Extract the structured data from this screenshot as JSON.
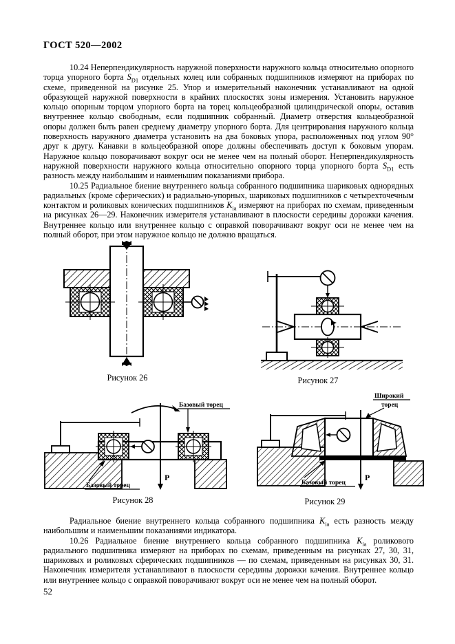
{
  "header": {
    "title": "ГОСТ 520—2002"
  },
  "page_number": "52",
  "colors": {
    "ink": "#000000",
    "paper": "#ffffff"
  },
  "p1024": [
    "10.24  Неперпендикулярность наружной поверхности наружного кольца относительно опорного торца упорного борта ",
    "S",
    "D1",
    " отдельных колец или собранных подшипников измеряют на приборах по схеме, приведенной на рисунке 25. Упор и измерительный наконечник устанавливают на одной образующей наружной поверхности в крайних плоскостях зоны измерения. Установить наружное кольцо опорным торцом упорного борта на торец кольцеобразной цилиндрической опоры, оставив внутреннее кольцо свободным, если подшипник собранный. Диаметр отверстия кольцеобразной опоры должен быть равен среднему диаметру упорного борта. Для центрирования наружного кольца поверхность наружного диаметра установить на два боковых упора, расположенных под углом 90° друг к другу. Канавки в кольцеобразной опоре должны обеспечивать доступ к боковым упорам. Наружное кольцо поворачивают вокруг оси не менее чем на полный оборот. Неперпендикулярность наружной поверхности наружного кольца относительно опорного торца упорного борта ",
    "S",
    "D1",
    " есть разность между наибольшим и наименьшим показаниями прибора."
  ],
  "p1025": [
    "10.25  Радиальное биение внутреннего кольца собранного подшипника шариковых однорядных радиальных (кроме сферических) и радиально-упорных, шариковых подшипников с четырехточечным контактом и роликовых конических подшипников ",
    "K",
    "ia",
    " измеряют на приборах по схемам, приведенным на рисунках 26—29. Наконечник измерителя устанавливают в плоскости середины дорожки качения. Внутреннее кольцо или внутреннее кольцо с оправкой поворачивают вокруг оси не менее чем на полный оборот, при этом наружное кольцо не должно вращаться."
  ],
  "p_after": [
    "Радиальное биение внутреннего кольца собранного подшипника ",
    "K",
    "ia",
    " есть разность между наибольшим и наименьшим показаниями индикатора."
  ],
  "p1026": [
    "10.26  Радиальное биение внутреннего кольца собранного подшипника ",
    "K",
    "ia",
    " роликового радиального подшипника измеряют на приборах по схемам, приведенным на рисунках 27, 30, 31, шариковых и роликовых сферических подшипников — по схемам, приведенным на рисунках 30, 31. Наконечник измерителя устанавливают в плоскости середины дорожки качения. Внутреннее кольцо или внутреннее кольцо с оправкой поворачивают вокруг оси не менее чем на полный оборот."
  ],
  "figures": {
    "fig26": {
      "caption": "Рисунок 26"
    },
    "fig27": {
      "caption": "Рисунок 27"
    },
    "fig28": {
      "caption": "Рисунок 28",
      "label_top": "Базовый торец",
      "label_bottom": "Базовый торец",
      "load": "Р"
    },
    "fig29": {
      "caption": "Рисунок 29",
      "label_top_line1": "Широкий",
      "label_top_line2": "торец",
      "label_bottom": "Базовый торец",
      "load": "Р"
    }
  }
}
